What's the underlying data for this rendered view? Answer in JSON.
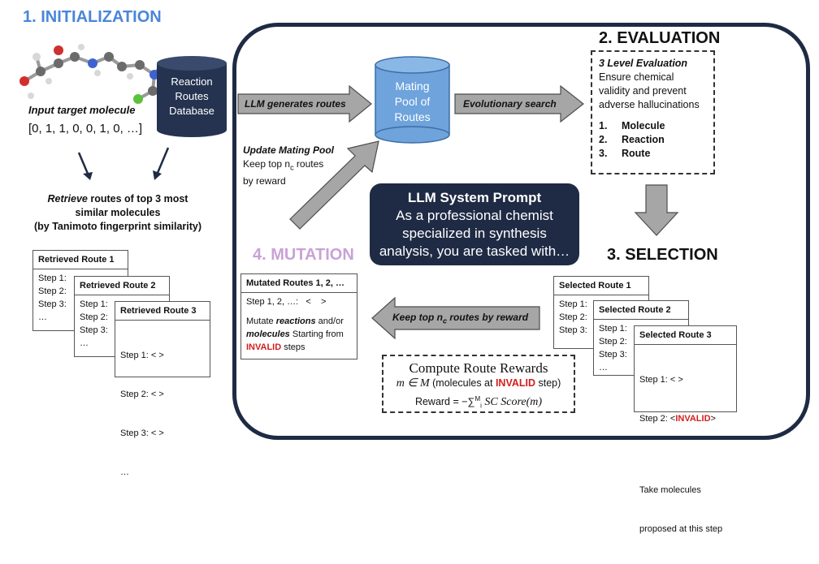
{
  "init": {
    "title": "1. INITIALIZATION",
    "db_label_1": "Reaction",
    "db_label_2": "Routes",
    "db_label_3": "Database",
    "input_label": "Input target molecule",
    "fingerprint": "[0, 1, 1, 0, 0, 1, 0, …]",
    "retrieve_italic": "Retrieve",
    "retrieve_rest": " routes of top 3 most",
    "retrieve_line2": "similar molecules",
    "retrieve_line3": "(by Tanimoto fingerprint similarity)"
  },
  "retrieved_routes": [
    {
      "title": "Retrieved Route 1",
      "steps": [
        "Step 1:",
        "Step 2:",
        "Step 3:",
        "…"
      ]
    },
    {
      "title": "Retrieved Route 2",
      "steps": [
        "Step 1:",
        "Step 2:",
        "Step 3:",
        "…"
      ]
    },
    {
      "title": "Retrieved Route 3",
      "steps": [
        "Step 1:  <    >",
        "Step 2:  <    >",
        "Step 3:  <    >",
        "…"
      ]
    }
  ],
  "center": {
    "llm_generates": "LLM generates routes",
    "pool_1": "Mating",
    "pool_2": "Pool of",
    "pool_3": "Routes",
    "evolutionary": "Evolutionary search",
    "update_title": "Update Mating Pool",
    "update_line2_pre": "Keep top ",
    "update_line2_n": "n",
    "update_line2_sub": "c",
    "update_line2_post": " routes",
    "update_line3": "by reward"
  },
  "evaluation": {
    "title": "2. EVALUATION",
    "box_title": "3 Level Evaluation",
    "box_line1": "Ensure chemical",
    "box_line2": "validity and prevent",
    "box_line3": "adverse hallucinations",
    "levels": [
      {
        "num": "1.",
        "label": "Molecule"
      },
      {
        "num": "2.",
        "label": "Reaction"
      },
      {
        "num": "3.",
        "label": "Route"
      }
    ]
  },
  "prompt": {
    "title": "LLM System Prompt",
    "line1": "As a professional chemist",
    "line2": "specialized in synthesis",
    "line3": "analysis, you are tasked with…"
  },
  "selection": {
    "title": "3. SELECTION",
    "routes": [
      {
        "title": "Selected Route 1",
        "steps": [
          "Step 1:",
          "Step 2:",
          "Step 3:"
        ]
      },
      {
        "title": "Selected Route 2",
        "steps": [
          "Step 1:",
          "Step 2:",
          "Step 3:",
          "…"
        ]
      },
      {
        "title": "Selected Route 3",
        "step1": "Step 1:  <    >",
        "step2_pre": "Step 2:   <",
        "step2_red": "INVALID",
        "step2_post": ">",
        "note1": "Take molecules",
        "note2": "proposed at this step"
      }
    ]
  },
  "mutation": {
    "title": "4. MUTATION",
    "card_title": "Mutated Routes 1, 2, …",
    "step_line": "Step 1, 2, …:   <    >",
    "line1_pre": "Mutate ",
    "line1_em": "reactions",
    "line1_post": " and/or",
    "line2_em": "molecules",
    "line2_post": " Starting from",
    "line3_red": "INVALID",
    "line3_post": " steps",
    "keep_label_pre": "Keep top ",
    "keep_label_n": "n",
    "keep_label_sub": "c",
    "keep_label_post": " routes by reward"
  },
  "rewards": {
    "title": "Compute Route Rewards",
    "line1_math": "m ∈ M",
    "line1_pre": " (molecules at ",
    "line1_red": "INVALID",
    "line1_post": " step)",
    "line2": "Reward = −∑",
    "line2_sup": "M",
    "line2_sub": "i",
    "line2_post": " SC Score(m)"
  },
  "colors": {
    "navy": "#1f2b44",
    "arrow_fill": "#a6a6a6",
    "db_dark": "#253350",
    "pool_blue": "#5b9bd5",
    "invalid_red": "#d21f1f",
    "init_blue": "#4a86d9",
    "mutation_pink": "#c9a2d6"
  }
}
